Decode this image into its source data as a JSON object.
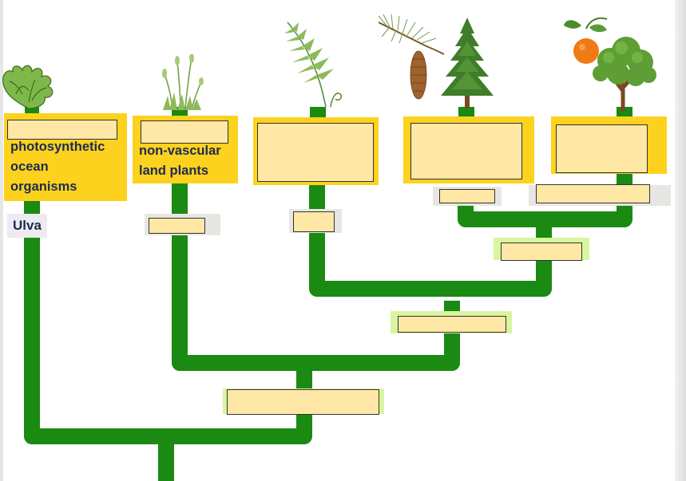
{
  "groups": [
    {
      "description": "photosynthetic\nocean\norganisms",
      "example": "Ulva",
      "icon": "seaweed-icon"
    },
    {
      "description": "non-vascular\nland plants",
      "icon": "moss-icon"
    },
    {
      "icon": "fern-icon"
    },
    {
      "icon": "conifer-icon"
    },
    {
      "icon": "flowering-tree-icon"
    }
  ],
  "colors": {
    "branch": "#1a8a12",
    "label_box": "#fcd21e",
    "blank_box": "#ffe7a6",
    "text": "#1e2a55"
  }
}
